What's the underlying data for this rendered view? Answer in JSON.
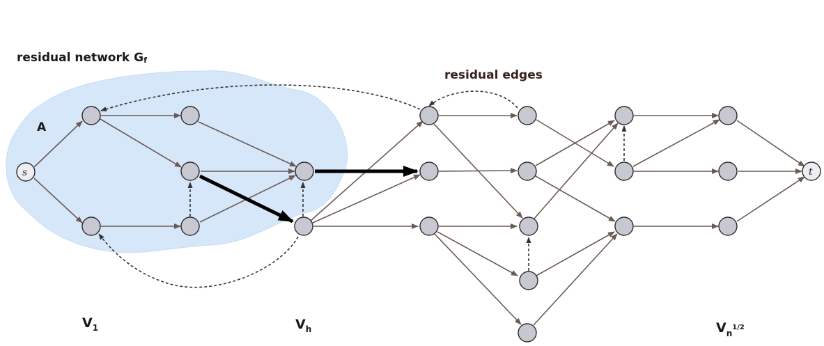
{
  "labels": {
    "residual_network": "residual network G",
    "residual_network_sub": "f",
    "residual_edges": "residual edges",
    "set_a": "A",
    "source": "s",
    "sink": "t",
    "v1": "V",
    "v1_sub": "1",
    "vh": "V",
    "vh_sub": "h",
    "vn": "V",
    "vn_sub": "n",
    "vn_sup": "1/2"
  },
  "colors": {
    "region_fill": "#d6e7fa",
    "node_fill": "#c8c8d2",
    "edge": "#6b5a55",
    "augmenting_path": "#000000"
  }
}
